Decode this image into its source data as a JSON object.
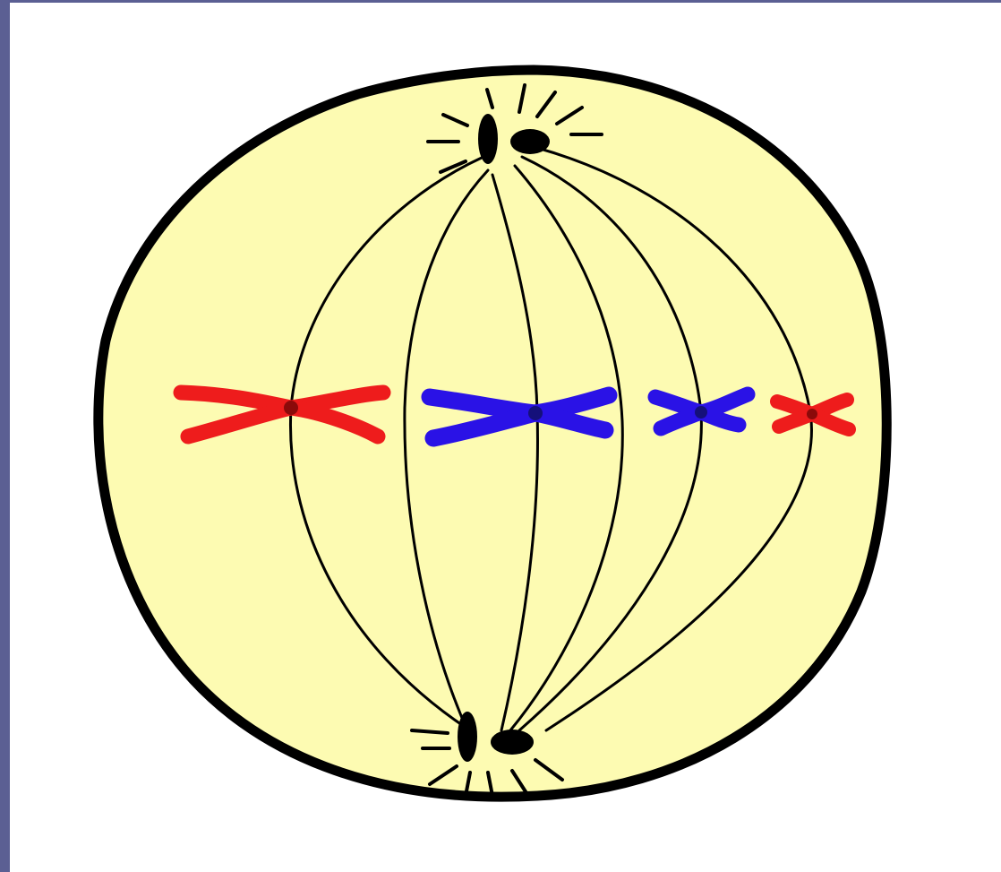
{
  "colors": {
    "slide_background": "#ffffff",
    "slide_edge": "#5b5f93",
    "cell_fill": "#fdfbb2",
    "outline": "#000000",
    "chromosome_red": "#ee1c1c",
    "chromosome_blue": "#2a12e6",
    "centromere_red": "#8b0a0a",
    "centromere_blue": "#15107a"
  },
  "diagram": {
    "subject": "metaphase cell",
    "chromosomes": [
      {
        "color": "red"
      },
      {
        "color": "blue"
      },
      {
        "color": "blue"
      },
      {
        "color": "red"
      }
    ]
  }
}
